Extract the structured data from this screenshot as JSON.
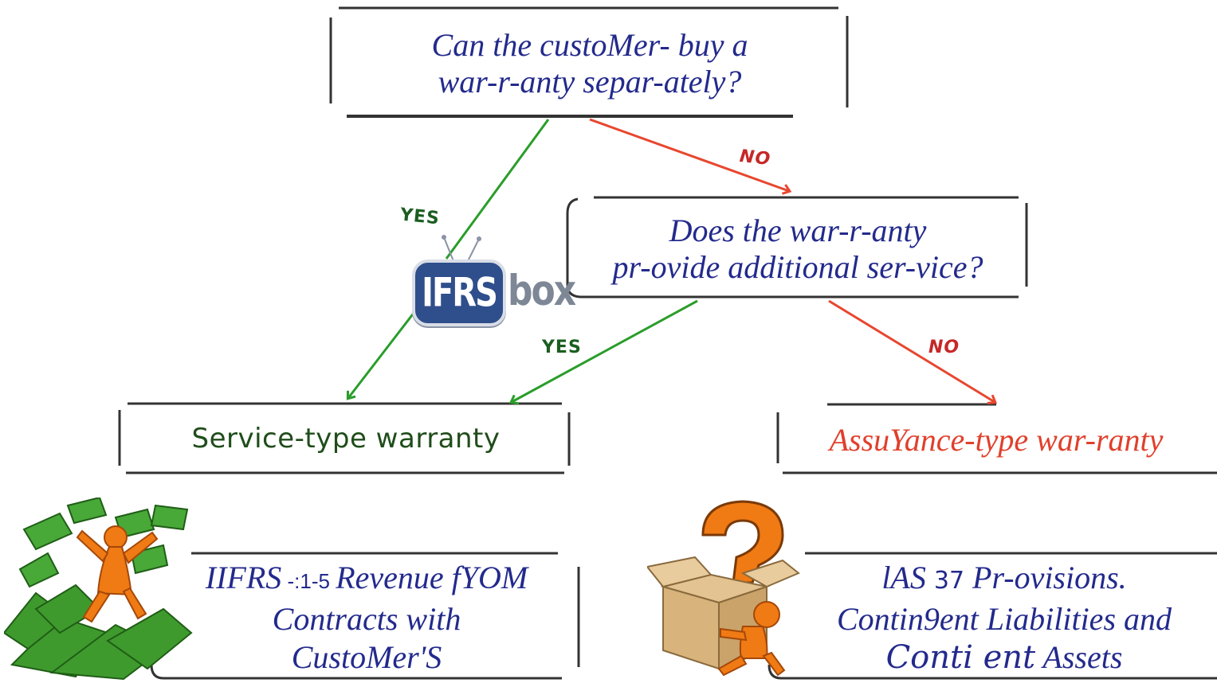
{
  "nodes": {
    "q1": {
      "line1": "Can the  custoMer- buy  a",
      "line2": "war-r-anty  separ-ately?"
    },
    "q2": {
      "line1": "Does the  war-r-anty",
      "line2": "pr-ovide additional  ser-vice?"
    },
    "service": {
      "label": "Service-type warranty"
    },
    "assurance": {
      "label": "AssuYance-type  war-ranty"
    },
    "ifrs15": {
      "prefix": "I",
      "line1": "IFRS",
      "line1_num": " -:1-5 ",
      "line1_tail": "Revenue  fYOM",
      "line2": "Contracts  with",
      "line3": "CustoMer'S"
    },
    "ias37": {
      "line1a": "lAS ",
      "line1_num": "37",
      "line1b": " Pr-ovisions.",
      "line2": "Contin9ent  Liabilities and",
      "line3a": "Conti ent",
      "line3b": " Assets"
    }
  },
  "edges": {
    "yes1": "YES",
    "no1": "NO",
    "yes2": "YES",
    "no2": "NO"
  },
  "logo": {
    "tv_text": "IFRS",
    "box_text": "box"
  },
  "colors": {
    "yes_arrow": "#2a9d2a",
    "no_arrow": "#e8472f",
    "question_text": "#232a8c",
    "assurance_text": "#e0402c",
    "service_text": "#1f4d1a"
  },
  "icons": {
    "money_person": "person-with-money-icon",
    "box_person": "person-with-question-box-icon"
  }
}
